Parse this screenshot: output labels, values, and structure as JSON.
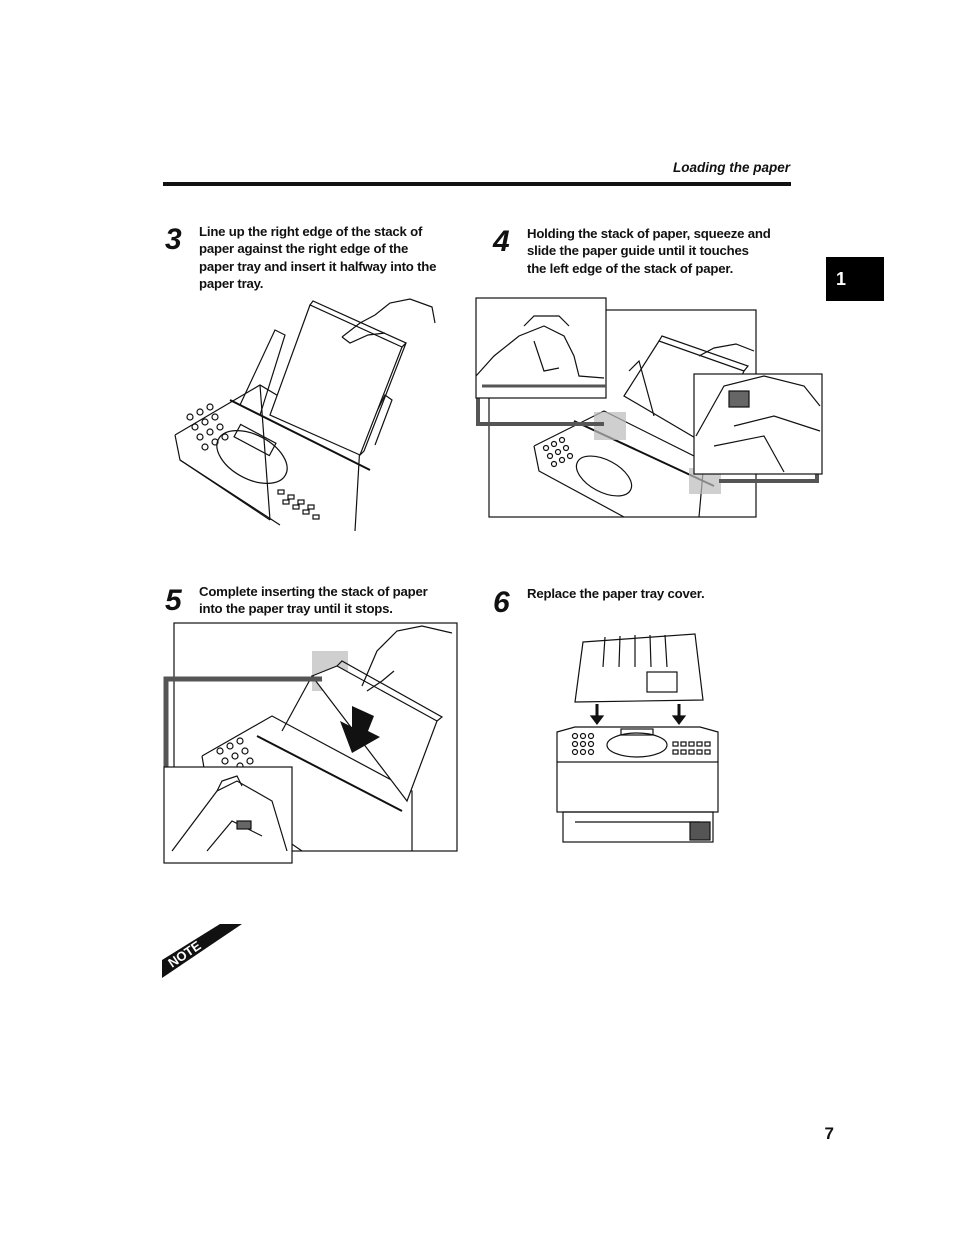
{
  "header": {
    "title": "Loading the paper"
  },
  "chapter_tab": {
    "label": "1"
  },
  "steps": [
    {
      "number": "3",
      "text": "Line up the right edge of the stack of paper against the right edge of the paper tray and insert it halfway into the paper tray.",
      "lines": [
        "Line up the right edge of the stack of",
        "paper against the right edge of the",
        "paper tray and insert it halfway into the",
        "paper tray."
      ]
    },
    {
      "number": "4",
      "text": "Holding the stack of paper, squeeze and slide the paper guide until it touches the left edge of the stack of paper.",
      "lines": [
        "Holding the stack of paper, squeeze and",
        "slide the paper guide until it touches",
        "the left edge of the stack of paper."
      ]
    },
    {
      "number": "5",
      "text": "Complete inserting the stack of paper into the paper tray until it stops.",
      "lines": [
        "Complete inserting the stack of paper",
        "into the paper tray until it stops."
      ]
    },
    {
      "number": "6",
      "text": "Replace the paper tray cover.",
      "lines": [
        "Replace the paper tray cover."
      ]
    }
  ],
  "note_label": "NOTE",
  "page_number": "7"
}
